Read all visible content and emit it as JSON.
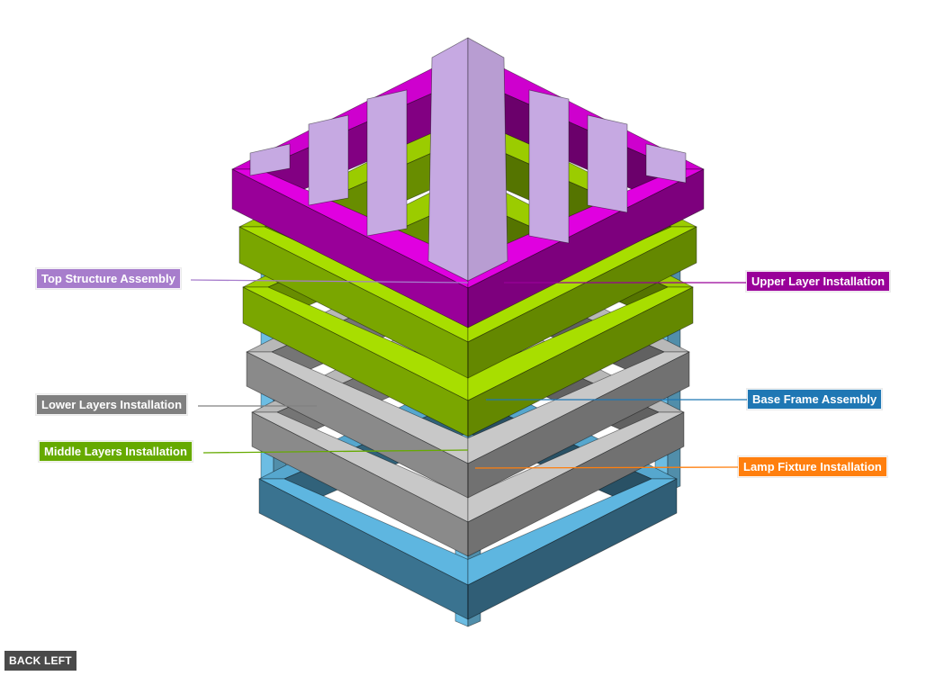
{
  "labels": {
    "top_structure": "Top Structure Assembly",
    "upper_layer": "Upper Layer Installation",
    "lower_layers": "Lower Layers Installation",
    "base_frame": "Base Frame Assembly",
    "middle_layers": "Middle Layers Installation",
    "lamp_fixture": "Lamp Fixture Installation"
  },
  "view_label": "BACK LEFT",
  "colors": {
    "top_structure": "#a77dcc",
    "upper_layer": "#990099",
    "lower_layers": "#808080",
    "base_frame": "#1f77b4",
    "middle_layers": "#66aa00",
    "lamp_fixture": "#ff7f0e",
    "slat_top": "#c6a9e2",
    "magenta_top": "#e000e0",
    "magenta_side": "#990099",
    "green_top": "#a8de00",
    "green_side": "#7aa600",
    "gray_top": "#c8c8c8",
    "gray_side": "#8a8a8a",
    "blue_top": "#5eb6e0",
    "blue_side": "#3a7390",
    "post": "#6cbde3"
  }
}
